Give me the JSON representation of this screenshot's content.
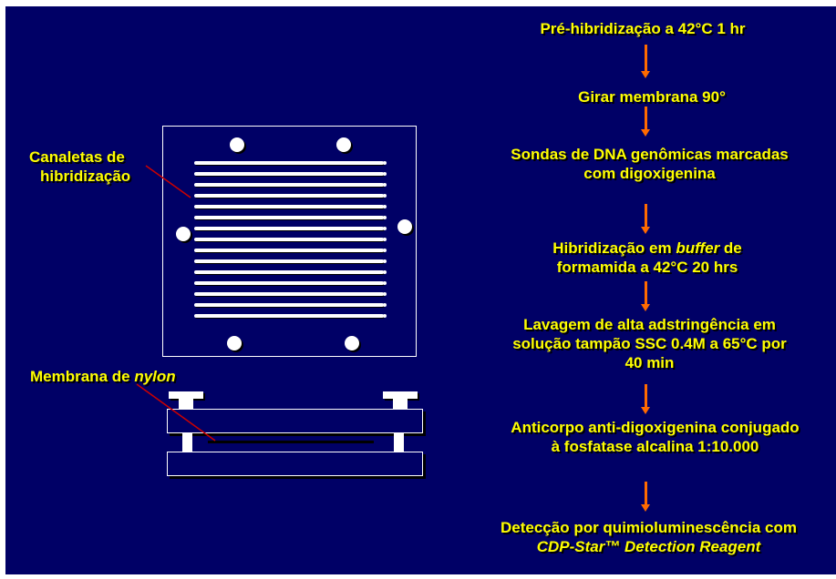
{
  "steps": [
    {
      "line1": "Pré-hibridização a 42°C 1 hr"
    },
    {
      "line1": "Girar membrana 90°"
    },
    {
      "line1": "Sondas de DNA genômicas  marcadas",
      "line2": "com digoxigenina"
    },
    {
      "line1_pre": "Hibridização em ",
      "line1_em": "buffer",
      "line1_post": " de",
      "line2": "formamida a 42°C 20 hrs"
    },
    {
      "line1": "Lavagem de alta adstringência em",
      "line2": "solução tampão SSC 0.4M a  65°C por",
      "line3": "40 min"
    },
    {
      "line1": "Anticorpo anti-digoxigenina conjugado",
      "line2": "à fosfatase alcalina 1:10.000"
    },
    {
      "line1": "Detecção por quimioluminescência com",
      "line2": "CDP-Star™ Detection Reagent"
    }
  ],
  "labels": {
    "channels_line1": "Canaletas de",
    "channels_line2": "hibridização",
    "membrane_pre": "Membrana de ",
    "membrane_em": "nylon"
  },
  "colors": {
    "background": "#000066",
    "text": "#ffff00",
    "arrow": "#ff6a00",
    "pointer": "#cc0000",
    "device": "#ffffff"
  }
}
